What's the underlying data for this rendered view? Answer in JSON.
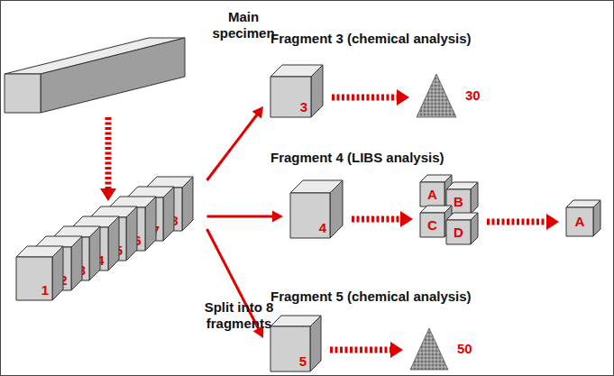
{
  "diagram": {
    "nodes": [
      {
        "text": [
          "Main specimen"
        ]
      },
      {
        "text": [
          "1"
        ]
      },
      {
        "text": [
          "2"
        ]
      },
      {
        "text": [
          "3"
        ]
      },
      {
        "text": [
          "4"
        ]
      },
      {
        "text": [
          "5"
        ]
      },
      {
        "text": [
          "6"
        ]
      },
      {
        "text": [
          "7"
        ]
      },
      {
        "text": [
          "8"
        ]
      },
      {
        "text": [
          "Fragment 3 (chemical analysis)",
          "3"
        ]
      },
      {
        "text": [
          "30"
        ]
      },
      {
        "text": [
          "Fragment 4 (LIBS analysis)",
          "4"
        ]
      },
      {
        "text": [
          "A"
        ]
      },
      {
        "text": [
          "B"
        ]
      },
      {
        "text": [
          "C"
        ]
      },
      {
        "text": [
          "D"
        ]
      },
      {
        "text": [
          "A"
        ]
      },
      {
        "text": [
          "Fragment 5 (chemical analysis)",
          "5"
        ]
      },
      {
        "text": [
          "50"
        ]
      }
    ],
    "edges": [
      {
        "from": 0,
        "to": 5,
        "arrow": "to"
      },
      {
        "from": 8,
        "to": 9,
        "arrow": "to"
      },
      {
        "from": 8,
        "to": 11,
        "arrow": "to"
      },
      {
        "from": 8,
        "to": 17,
        "arrow": "to"
      },
      {
        "from": 9,
        "to": 10,
        "arrow": "to"
      },
      {
        "from": 11,
        "to": 14,
        "arrow": "to"
      },
      {
        "from": 15,
        "to": 16,
        "arrow": "to"
      },
      {
        "from": 17,
        "to": 18,
        "arrow": "to"
      }
    ],
    "labels": [
      "Split into 8 fragments"
    ]
  }
}
